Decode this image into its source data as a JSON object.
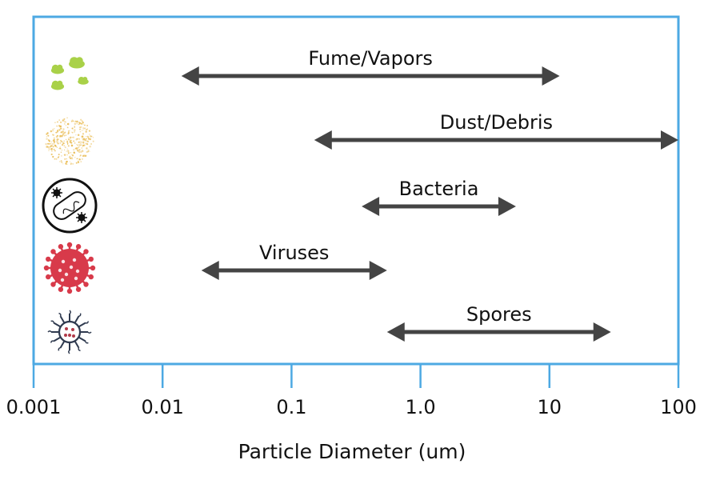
{
  "chart_data": {
    "type": "range",
    "x_scale": "log",
    "xlim": [
      0.001,
      100
    ],
    "xlabel": "Particle Diameter (um)",
    "x_ticks": [
      {
        "value": 0.001,
        "label": "0.001"
      },
      {
        "value": 0.01,
        "label": "0.01"
      },
      {
        "value": 0.1,
        "label": "0.1"
      },
      {
        "value": 1.0,
        "label": "1.0"
      },
      {
        "value": 10,
        "label": "10"
      },
      {
        "value": 100,
        "label": "100"
      }
    ],
    "series": [
      {
        "name": "Fume/Vapors",
        "min": 0.014,
        "max": 12,
        "icon": "fume-clouds-icon"
      },
      {
        "name": "Dust/Debris",
        "min": 0.15,
        "max": 100,
        "icon": "dust-particles-icon"
      },
      {
        "name": "Bacteria",
        "min": 0.35,
        "max": 5.5,
        "icon": "bacteria-icon"
      },
      {
        "name": "Viruses",
        "min": 0.02,
        "max": 0.55,
        "icon": "virus-icon"
      },
      {
        "name": "Spores",
        "min": 0.55,
        "max": 30,
        "icon": "spore-icon"
      }
    ],
    "colors": {
      "frame": "#4da9e3",
      "arrow": "#444444",
      "text": "#111111",
      "fume": "#a9d148",
      "dust": "#e8b84a",
      "virus": "#d83a4a",
      "spore_dot": "#b23a4a"
    }
  }
}
